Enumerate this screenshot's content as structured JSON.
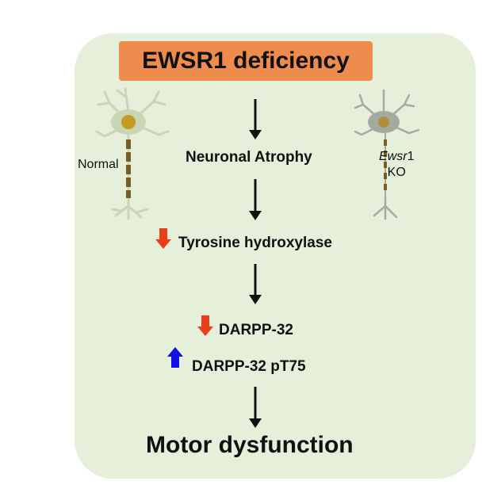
{
  "header": {
    "title": "EWSR1 deficiency"
  },
  "steps": {
    "atrophy": "Neuronal Atrophy",
    "th": "Tyrosine hydroxylase",
    "darpp": "DARPP-32",
    "darpp_pt75": "DARPP-32 pT75",
    "outcome": "Motor dysfunction"
  },
  "neurons": {
    "normal_label": "Normal",
    "ko_label_gene": "Ewsr",
    "ko_label_suffix": "1",
    "ko_label_line2": "KO"
  },
  "colors": {
    "panel": "#e6efd9",
    "title_box": "#ee8c4e",
    "down_arrow": "#e8401c",
    "up_arrow": "#1010e0",
    "arrow": "#111111"
  },
  "indicators": {
    "th": "down",
    "darpp": "down",
    "darpp_pt75": "up"
  }
}
